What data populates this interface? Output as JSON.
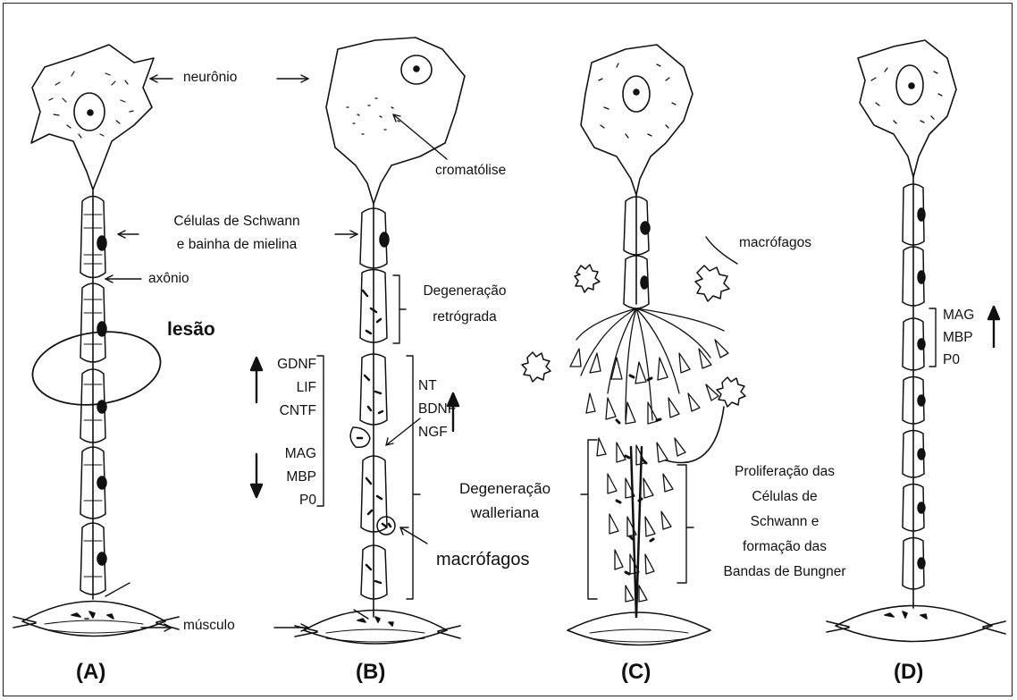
{
  "labels": {
    "neuronio": "neurônio",
    "cromatolise": "cromatólise",
    "schwann_l1": "Células de Schwann",
    "schwann_l2": "e bainha de mielina",
    "axonio": "axônio",
    "lesao": "lesão",
    "musculo": "músculo",
    "retro_l1": "Degeneração",
    "retro_l2": "retrógrada",
    "up_factors": [
      "GDNF",
      "LIF",
      "CNTF"
    ],
    "down_factors": [
      "MAG",
      "MBP",
      "P0"
    ],
    "neuro_factors": [
      "NT",
      "BDNF",
      "NGF"
    ],
    "waller_l1": "Degeneração",
    "waller_l2": "walleriana",
    "macrofagos_b": "macrófagos",
    "macrofagos_c": "macrófagos",
    "prolif": [
      "Proliferação das",
      "Células de",
      "Schwann e",
      "formação das",
      "Bandas de Bungner"
    ],
    "d_factors": [
      "MAG",
      "MBP",
      "P0"
    ]
  },
  "panels": [
    "(A)",
    "(B)",
    "(C)",
    "(D)"
  ]
}
